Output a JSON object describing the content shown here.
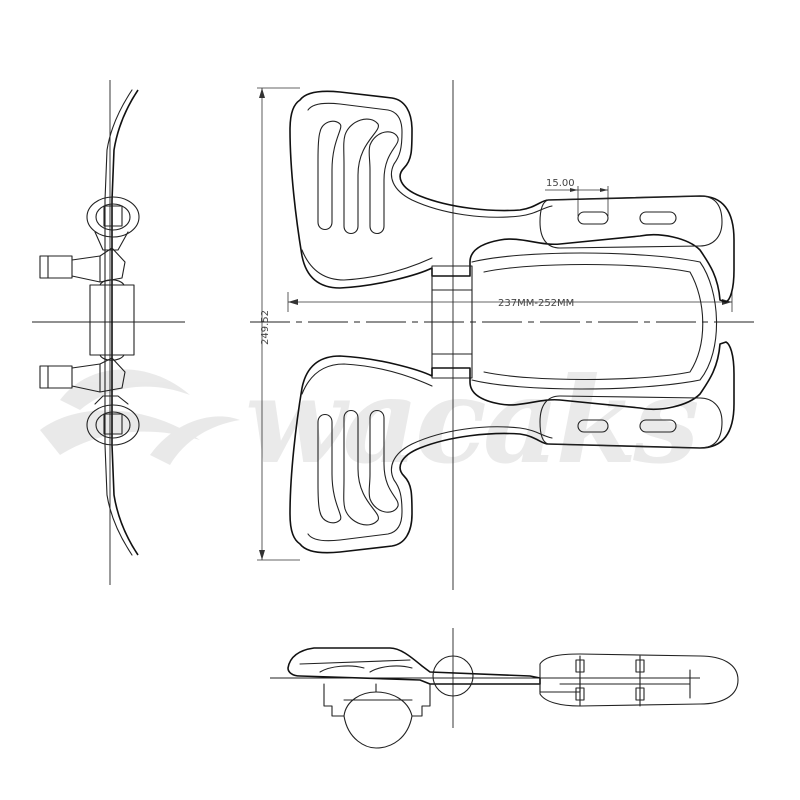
{
  "dimensions": {
    "width_label": "237MM-252MM",
    "height_label": "249.52",
    "slot_label": "15.00"
  },
  "watermark": {
    "text": "wacaks"
  },
  "colors": {
    "line": "#222222",
    "watermark": "#d9d9d9"
  }
}
